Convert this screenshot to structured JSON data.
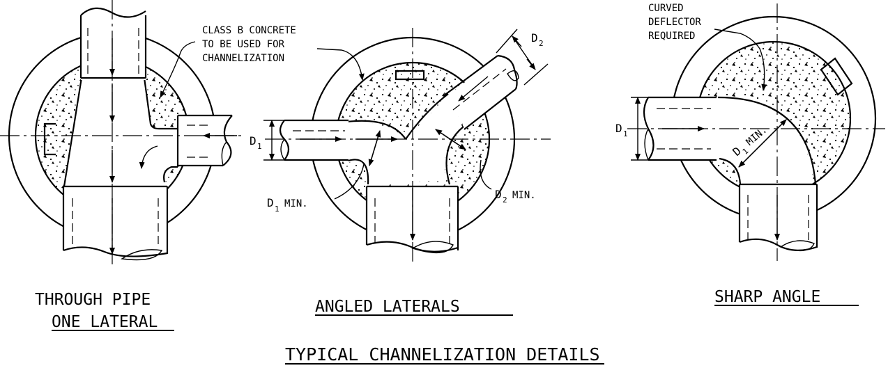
{
  "title": "TYPICAL CHANNELIZATION DETAILS",
  "details": [
    {
      "caption_line1": "THROUGH PIPE",
      "caption_line2": "ONE LATERAL"
    },
    {
      "caption": "ANGLED LATERALS"
    },
    {
      "caption": "SHARP ANGLE"
    }
  ],
  "notes": {
    "concrete": [
      "CLASS B CONCRETE",
      "TO BE USED FOR",
      "CHANNELIZATION"
    ],
    "deflector": [
      "CURVED",
      "DEFLECTOR",
      "REQUIRED"
    ]
  },
  "dims": {
    "d_main": "D",
    "d_lateral": "D",
    "sub1": "1",
    "sub2": "2",
    "min": "MIN."
  }
}
